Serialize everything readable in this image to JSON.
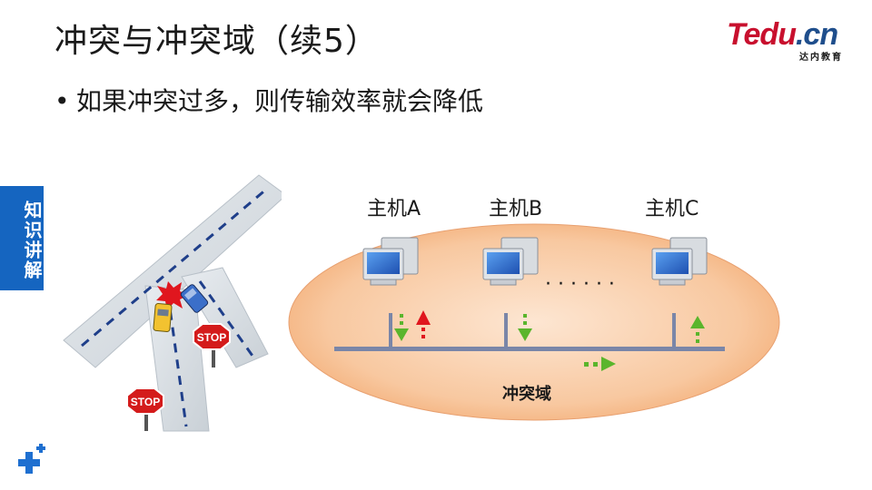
{
  "slide": {
    "title": "冲突与冲突域（续5）",
    "bullets": [
      "如果冲突过多，则传输效率就会降低"
    ]
  },
  "logo": {
    "main_t": "T",
    "main_rest": "edu",
    "main_cn": ".cn",
    "sub": "达内教育",
    "colors": {
      "red": "#c8102e",
      "blue": "#1f4e8c"
    }
  },
  "side_tab": {
    "label": "知识讲解",
    "color": "#1565c0"
  },
  "road_scene": {
    "signs": [
      "STOP",
      "STOP"
    ],
    "icons": [
      "road-intersection-icon",
      "car-crash-icon",
      "stop-sign-icon"
    ]
  },
  "network": {
    "hosts": [
      {
        "label": "主机A"
      },
      {
        "label": "主机B"
      },
      {
        "label": "主机C"
      }
    ],
    "ellipsis": "· · · · · ·",
    "domain_label": "冲突域",
    "colors": {
      "domain_fill": "#f6b27a",
      "arrow_green": "#5ab52c",
      "arrow_red": "#e0161e",
      "bus": "#7a86a8"
    }
  }
}
